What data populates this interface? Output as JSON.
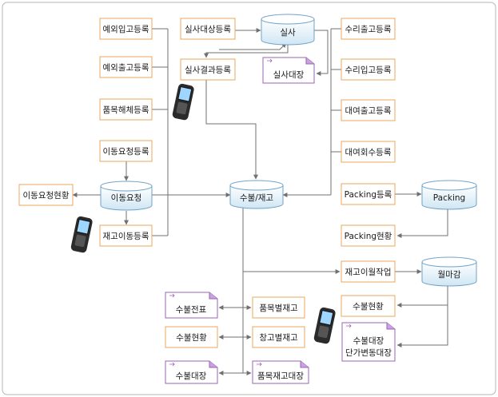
{
  "colors": {
    "box_border": "#e8a75e",
    "line": "#707070",
    "cylinder_stroke": "#6fa3c5",
    "cylinder_fill_top": "#ffffff",
    "cylinder_fill_bottom": "#cfe6f4",
    "doc_border": "#9a63b6",
    "doc_fold": "#c9a3e0",
    "frame": "#b5b5b5"
  },
  "left": {
    "overseas_receiving": "예외입고등록",
    "overseas_shipping": "예외출고등록",
    "item_dismantle": "품목해체등록",
    "move_request_reg": "이동요청등록",
    "move_request": "이동요청",
    "move_request_status": "이동요청현황",
    "stock_move_reg": "재고이동등록"
  },
  "center": {
    "inspection_target_reg": "실사대상등록",
    "inspection": "실사",
    "inspection_result_reg": "실사결과등록",
    "inspection_ledger": "실사대장",
    "receipt_stock": "수불/재고"
  },
  "right": {
    "repair_out_reg": "수리출고등록",
    "repair_in_reg": "수리입고등록",
    "rental_out_reg": "대여출고등록",
    "rental_return_reg": "대여회수등록",
    "packing_reg": "Packing등록",
    "packing": "Packing",
    "packing_status": "Packing현황",
    "carryover_job": "재고이월작업",
    "monthly_close": "월마감",
    "receipt_status_right": "수불현황",
    "ledger_line1": "수불대장",
    "ledger_line2": "단가변동대장"
  },
  "bottom": {
    "receipt_slip": "수불전표",
    "receipt_status": "수불현황",
    "receipt_ledger": "수불대장",
    "item_stock": "품목별재고",
    "warehouse_stock": "창고별재고",
    "item_stock_ledger": "품목재고대장"
  },
  "icons": [
    "pda-icon",
    "document-icon",
    "database-icon"
  ]
}
